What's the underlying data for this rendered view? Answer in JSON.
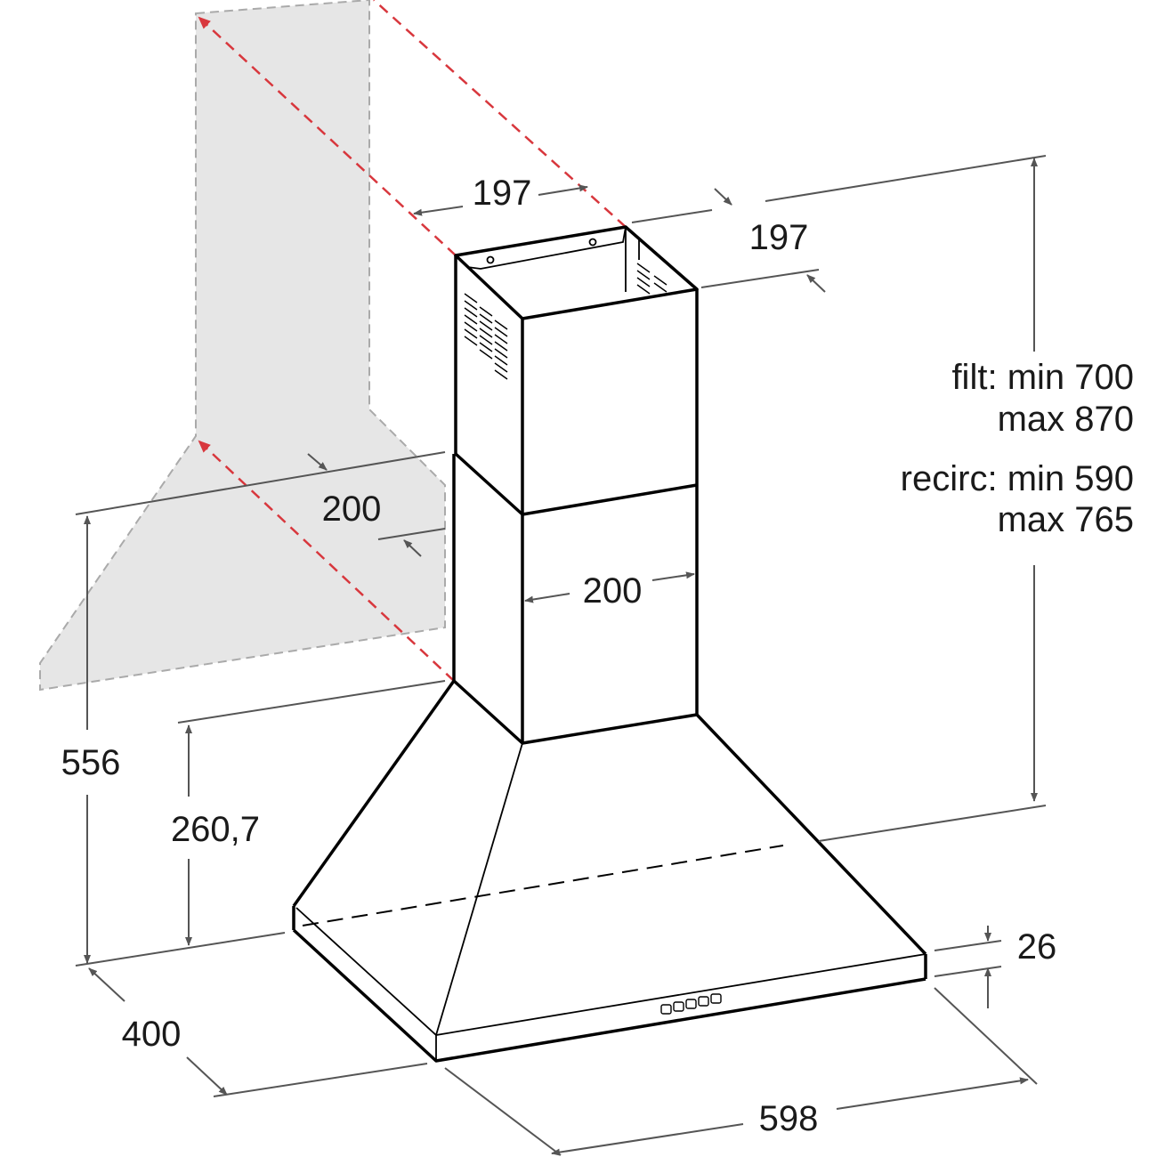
{
  "colors": {
    "wall": "#e6e6e6",
    "guide": "#d8373d",
    "dimension": "#555555",
    "outline": "#000000"
  },
  "dimensions": {
    "chimney_width_top": "197",
    "chimney_depth_top": "197",
    "chimney_depth_lower": "200",
    "chimney_width_lower": "200",
    "total_height_hood": "556",
    "canopy_height": "260,7",
    "base_thickness": "26",
    "depth": "400",
    "width": "598"
  },
  "height_ranges": {
    "filt_label": "filt:",
    "filt_min": "min 700",
    "filt_max": "max 870",
    "recirc_label": "recirc:",
    "recirc_min": "min 590",
    "recirc_max": "max 765"
  }
}
